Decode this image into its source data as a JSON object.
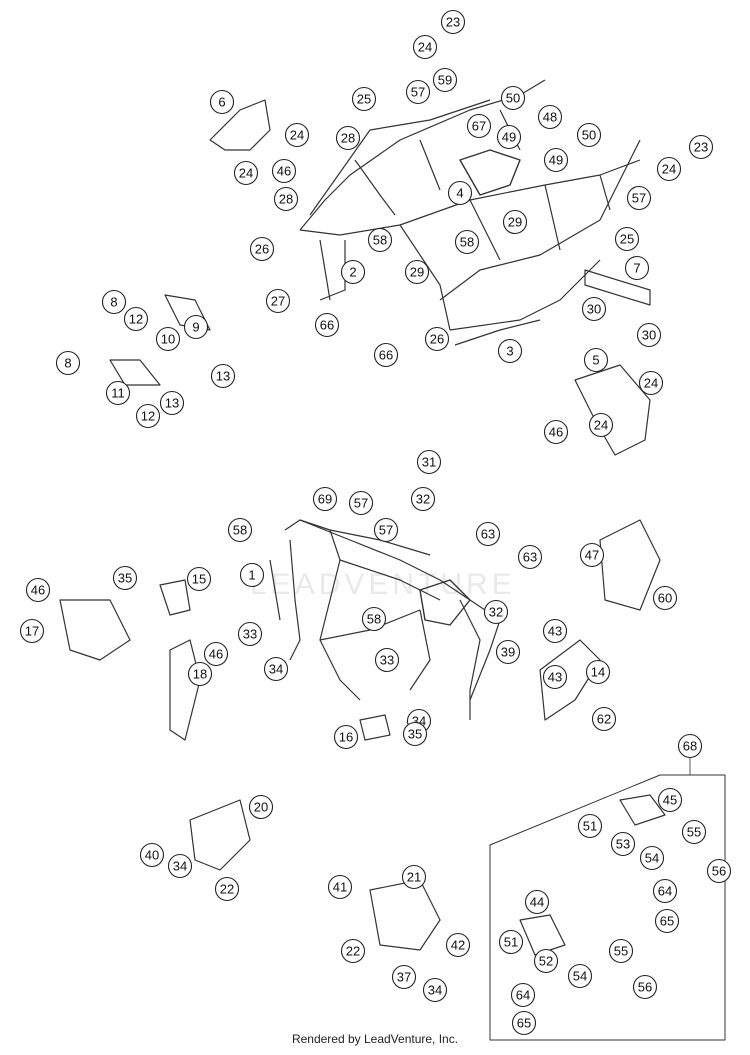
{
  "diagram": {
    "labels": [
      "23",
      "24",
      "59",
      "57",
      "50",
      "6",
      "25",
      "67",
      "48",
      "24",
      "50",
      "28",
      "49",
      "23",
      "46",
      "49",
      "24",
      "24",
      "4",
      "57",
      "28",
      "29",
      "26",
      "58",
      "25",
      "2",
      "58",
      "29",
      "7",
      "8",
      "27",
      "12",
      "30",
      "10",
      "66",
      "9",
      "26",
      "8",
      "66",
      "3",
      "30",
      "5",
      "13",
      "24",
      "11",
      "13",
      "12",
      "46",
      "24",
      "31",
      "69",
      "57",
      "32",
      "58",
      "57",
      "63",
      "1",
      "63",
      "47",
      "15",
      "35",
      "60",
      "46",
      "58",
      "17",
      "32",
      "33",
      "43",
      "46",
      "39",
      "14",
      "34",
      "33",
      "43",
      "18",
      "34",
      "62",
      "16",
      "35",
      "68",
      "20",
      "45",
      "51",
      "55",
      "53",
      "54",
      "40",
      "34",
      "56",
      "22",
      "64",
      "21",
      "65",
      "41",
      "44",
      "42",
      "22",
      "51",
      "55",
      "52",
      "54",
      "37",
      "34",
      "56",
      "64",
      "65"
    ],
    "watermark": "LEADVENTURE"
  },
  "footer": {
    "text": "Rendered by LeadVenture, Inc."
  }
}
